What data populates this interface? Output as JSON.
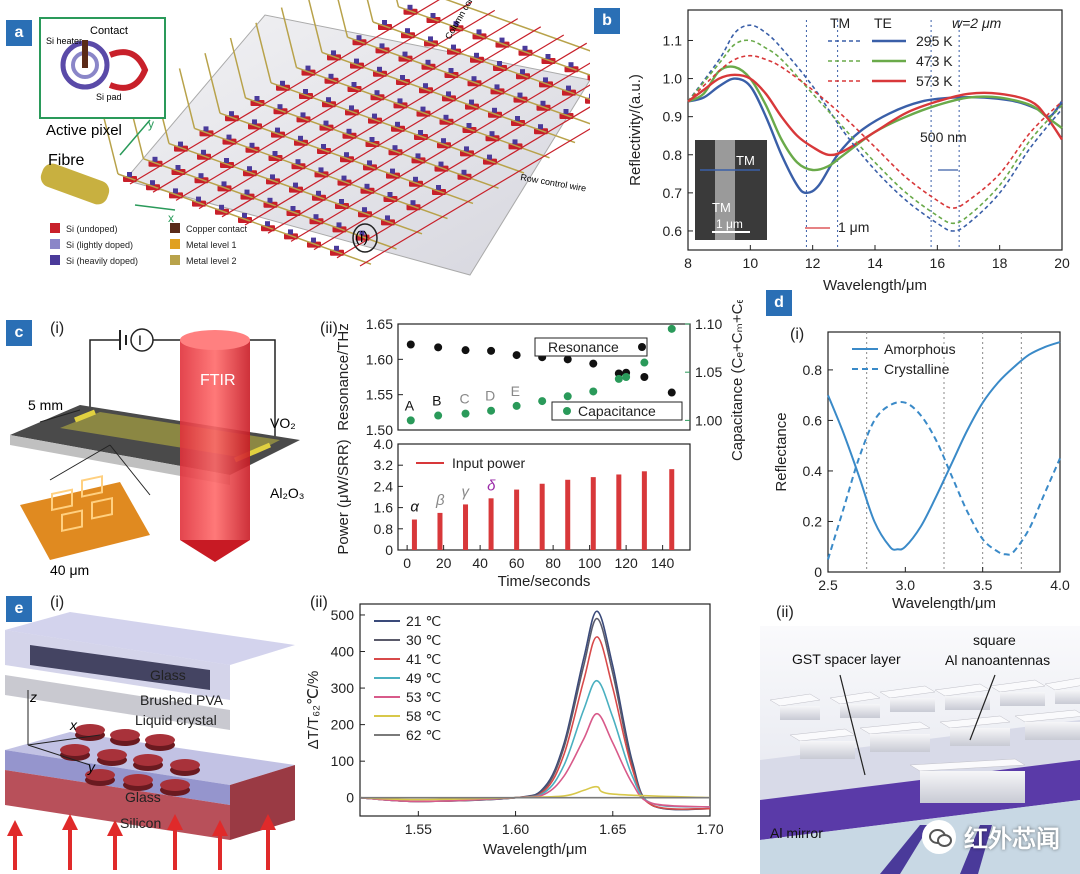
{
  "panels": {
    "a": {
      "tag": "a",
      "inset_title": "Active pixel",
      "inset_labels": {
        "contact": "Contact",
        "si_heater": "Si heater",
        "si_pad": "Si pad"
      },
      "fibre": "Fibre",
      "column_wire": "Column control wire",
      "row_wire": "Row control wire",
      "axis_x": "x",
      "axis_y": "y",
      "marker": "(i)",
      "legend": [
        {
          "label": "Si (undoped)",
          "color": "#c8202a"
        },
        {
          "label": "Si (lightly doped)",
          "color": "#8a86c8"
        },
        {
          "label": "Si (heavily doped)",
          "color": "#4a3a9a"
        },
        {
          "label": "Copper contact",
          "color": "#5a2a18"
        },
        {
          "label": "Metal level 1",
          "color": "#e0a020"
        },
        {
          "label": "Metal level 2",
          "color": "#b8a24a"
        }
      ]
    },
    "b": {
      "tag": "b",
      "header_tm": "TM",
      "header_te": "TE",
      "header_w": "w=2 μm",
      "temps": [
        "295 K",
        "473 K",
        "573 K"
      ],
      "colors": [
        "#3a5fa8",
        "#6aaa4a",
        "#d8383a"
      ],
      "scale_500": "500 nm",
      "scale_1": "1 μm",
      "sem_labels": {
        "tm_top": "TM",
        "tm_bottom": "TM",
        "scale": "1 μm"
      }
    },
    "c": {
      "tag": "c",
      "sub_i": "(i)",
      "sub_ii": "(ii)",
      "labels": {
        "ftir": "FTIR",
        "mm5": "5 mm",
        "vo2": "VO₂",
        "al2o3": "Al₂O₃",
        "um40": "40 μm",
        "meter": "I"
      },
      "top_legend": {
        "resonance": "Resonance",
        "capacitance": "Capacitance"
      },
      "letters": [
        "A",
        "B",
        "C",
        "D",
        "E"
      ],
      "bottom_legend": "Input power",
      "greek": [
        "α",
        "β",
        "γ",
        "δ"
      ]
    },
    "d": {
      "tag": "d",
      "sub_i": "(i)",
      "sub_ii": "(ii)",
      "legend": [
        "Amorphous",
        "Crystalline"
      ],
      "labels": {
        "gst": "GST spacer layer",
        "square": "square",
        "al_nano": "Al nanoantennas",
        "mirror": "Al mirror"
      }
    },
    "e": {
      "tag": "e",
      "sub_i": "(i)",
      "sub_ii": "(ii)",
      "layers": {
        "glass_top": "Glass",
        "pva": "Brushed PVA",
        "lc": "Liquid crystal",
        "glass_bottom": "Glass",
        "silicon": "Silicon"
      },
      "axes": {
        "z": "z",
        "x": "x",
        "y": "y"
      },
      "temps": [
        "21 ℃",
        "30 ℃",
        "41 ℃",
        "49 ℃",
        "53 ℃",
        "58 ℃",
        "62 ℃"
      ],
      "colors": [
        "#3a4a7a",
        "#5a5a6a",
        "#d84a4a",
        "#4ab0c0",
        "#d85a8a",
        "#d8c84a",
        "#7a7a7a"
      ]
    }
  },
  "watermark": "红外芯闻",
  "chart_data": [
    {
      "id": "b",
      "type": "line",
      "xlabel": "Wavelength/μm",
      "ylabel": "Reflectivity/(a.u.)",
      "xlim": [
        8,
        20
      ],
      "ylim": [
        0.55,
        1.18
      ],
      "xticks": [
        8,
        10,
        12,
        14,
        16,
        18,
        20
      ],
      "yticks": [
        0.6,
        0.7,
        0.8,
        0.9,
        1.0,
        1.1
      ],
      "series": [
        {
          "name": "295 K",
          "mode": "TE",
          "style": "solid",
          "color": "#3a5fa8",
          "x": [
            8,
            8.5,
            9,
            9.5,
            10,
            10.5,
            11,
            11.5,
            11.8,
            12.2,
            12.8,
            13.5,
            14.5,
            15.5,
            16.5,
            17.5,
            18.5,
            19.2,
            19.6,
            20
          ],
          "y": [
            0.94,
            0.95,
            0.98,
            1.0,
            0.98,
            0.9,
            0.8,
            0.72,
            0.7,
            0.72,
            0.8,
            0.86,
            0.91,
            0.94,
            0.95,
            0.95,
            0.94,
            0.92,
            0.9,
            0.94
          ]
        },
        {
          "name": "473 K",
          "mode": "TE",
          "style": "solid",
          "color": "#6aaa4a",
          "x": [
            8,
            8.5,
            9,
            9.5,
            10,
            10.5,
            11,
            11.5,
            12,
            12.5,
            13,
            14,
            15,
            16,
            17,
            18,
            19,
            19.5,
            20
          ],
          "y": [
            0.94,
            0.96,
            1.02,
            1.03,
            1.0,
            0.93,
            0.84,
            0.78,
            0.76,
            0.77,
            0.8,
            0.86,
            0.9,
            0.93,
            0.95,
            0.95,
            0.93,
            0.9,
            0.87
          ]
        },
        {
          "name": "573 K",
          "mode": "TE",
          "style": "solid",
          "color": "#d8383a",
          "x": [
            8,
            8.5,
            9,
            9.5,
            10,
            10.5,
            11,
            11.5,
            12,
            12.5,
            13,
            14,
            15,
            16,
            17,
            18,
            19,
            19.5,
            20
          ],
          "y": [
            0.94,
            0.97,
            1.0,
            1.01,
            1.0,
            0.96,
            0.9,
            0.85,
            0.82,
            0.8,
            0.81,
            0.86,
            0.91,
            0.94,
            0.96,
            0.96,
            0.94,
            0.9,
            0.84
          ]
        },
        {
          "name": "295 K",
          "mode": "TM",
          "style": "dashed",
          "color": "#3a5fa8",
          "x": [
            8,
            9,
            9.5,
            10,
            10.5,
            11,
            12,
            13,
            14,
            15,
            16,
            16.5,
            17,
            18,
            19,
            20
          ],
          "y": [
            0.94,
            1.05,
            1.12,
            1.14,
            1.12,
            1.08,
            0.98,
            0.86,
            0.76,
            0.68,
            0.62,
            0.6,
            0.62,
            0.7,
            0.82,
            0.92
          ]
        },
        {
          "name": "473 K",
          "mode": "TM",
          "style": "dashed",
          "color": "#6aaa4a",
          "x": [
            8,
            9,
            9.5,
            10,
            10.5,
            11,
            12,
            13,
            14,
            15,
            16,
            16.5,
            17,
            18,
            19,
            20
          ],
          "y": [
            0.94,
            1.04,
            1.09,
            1.1,
            1.08,
            1.05,
            0.96,
            0.87,
            0.78,
            0.7,
            0.64,
            0.62,
            0.64,
            0.72,
            0.84,
            0.93
          ]
        },
        {
          "name": "573 K",
          "mode": "TM",
          "style": "dashed",
          "color": "#d8383a",
          "x": [
            8,
            9,
            9.5,
            10,
            10.5,
            11,
            12,
            13,
            14,
            15,
            16,
            16.5,
            17,
            18,
            19,
            20
          ],
          "y": [
            0.94,
            1.02,
            1.05,
            1.06,
            1.05,
            1.03,
            0.97,
            0.9,
            0.82,
            0.74,
            0.68,
            0.66,
            0.68,
            0.75,
            0.86,
            0.94
          ]
        }
      ]
    },
    {
      "id": "c-top",
      "type": "scatter",
      "xlabel": "",
      "ylabel": "Resonance/THz",
      "ylabel_right": "Capacitance (Cₑ+Cₘ+Cₑ)",
      "xlim": [
        -5,
        155
      ],
      "ylim": [
        1.5,
        1.65
      ],
      "ylim_right": [
        0.99,
        1.1
      ],
      "yticks": [
        1.5,
        1.55,
        1.6,
        1.65
      ],
      "yticks_right": [
        1.0,
        1.05,
        1.1
      ],
      "series": [
        {
          "name": "Resonance",
          "axis": "left",
          "color": "#111111",
          "x": [
            2,
            17,
            32,
            46,
            60,
            74,
            88,
            102,
            116,
            120,
            130,
            145
          ],
          "y": [
            1.621,
            1.617,
            1.613,
            1.612,
            1.606,
            1.603,
            1.6,
            1.594,
            1.58,
            1.581,
            1.575,
            1.553
          ]
        },
        {
          "name": "Capacitance",
          "axis": "right",
          "color": "#2a9a5a",
          "x": [
            2,
            17,
            32,
            46,
            60,
            74,
            88,
            102,
            116,
            120,
            130,
            145
          ],
          "y": [
            1.0,
            1.005,
            1.007,
            1.01,
            1.015,
            1.02,
            1.025,
            1.03,
            1.043,
            1.045,
            1.06,
            1.095
          ]
        }
      ]
    },
    {
      "id": "c-bottom",
      "type": "bar",
      "xlabel": "Time/seconds",
      "ylabel": "Power (μW/SRR)",
      "xlim": [
        -5,
        155
      ],
      "ylim": [
        0,
        4.0
      ],
      "xticks": [
        0,
        20,
        40,
        60,
        80,
        100,
        120,
        140
      ],
      "yticks": [
        0,
        0.8,
        1.6,
        2.4,
        3.2,
        4.0
      ],
      "series": [
        {
          "name": "Input power",
          "color": "#d8383a",
          "x": [
            4,
            18,
            32,
            46,
            60,
            74,
            88,
            102,
            116,
            130,
            145
          ],
          "values": [
            1.15,
            1.4,
            1.72,
            1.95,
            2.28,
            2.5,
            2.65,
            2.75,
            2.85,
            2.97,
            3.05
          ]
        }
      ]
    },
    {
      "id": "d",
      "type": "line",
      "xlabel": "Wavelength/μm",
      "ylabel": "Reflectance",
      "xlim": [
        2.5,
        4.0
      ],
      "ylim": [
        0,
        0.95
      ],
      "xticks": [
        2.5,
        3.0,
        3.5,
        4.0
      ],
      "yticks": [
        0,
        0.2,
        0.4,
        0.6,
        0.8
      ],
      "series": [
        {
          "name": "Amorphous",
          "style": "solid",
          "color": "#3a8ac8",
          "x": [
            2.5,
            2.6,
            2.7,
            2.8,
            2.9,
            2.95,
            3.0,
            3.1,
            3.2,
            3.3,
            3.4,
            3.5,
            3.6,
            3.7,
            3.8,
            3.9,
            4.0
          ],
          "y": [
            0.7,
            0.55,
            0.38,
            0.2,
            0.1,
            0.09,
            0.1,
            0.18,
            0.3,
            0.43,
            0.56,
            0.67,
            0.75,
            0.81,
            0.86,
            0.89,
            0.91
          ]
        },
        {
          "name": "Crystalline",
          "style": "dashed",
          "color": "#3a8ac8",
          "x": [
            2.5,
            2.6,
            2.7,
            2.8,
            2.9,
            3.0,
            3.1,
            3.2,
            3.3,
            3.4,
            3.5,
            3.6,
            3.65,
            3.7,
            3.8,
            3.9,
            4.0
          ],
          "y": [
            0.05,
            0.25,
            0.45,
            0.6,
            0.66,
            0.67,
            0.62,
            0.52,
            0.38,
            0.24,
            0.13,
            0.08,
            0.07,
            0.08,
            0.17,
            0.31,
            0.45
          ]
        }
      ]
    },
    {
      "id": "e",
      "type": "line",
      "xlabel": "Wavelength/μm",
      "ylabel": "ΔT/T₆₂℃/%",
      "xlim": [
        1.52,
        1.7
      ],
      "ylim": [
        -50,
        530
      ],
      "xticks": [
        1.55,
        1.6,
        1.65,
        1.7
      ],
      "yticks": [
        0,
        100,
        200,
        300,
        400,
        500
      ],
      "series": [
        {
          "name": "21 ℃",
          "color": "#3a4a7a",
          "x": [
            1.52,
            1.55,
            1.6,
            1.615,
            1.625,
            1.635,
            1.642,
            1.65,
            1.66,
            1.67,
            1.7
          ],
          "y": [
            0,
            -10,
            0,
            30,
            150,
            380,
            510,
            360,
            100,
            -20,
            -30
          ]
        },
        {
          "name": "30 ℃",
          "color": "#5a5a6a",
          "x": [
            1.52,
            1.55,
            1.6,
            1.615,
            1.625,
            1.635,
            1.642,
            1.65,
            1.66,
            1.67,
            1.7
          ],
          "y": [
            0,
            -10,
            0,
            25,
            140,
            360,
            490,
            340,
            90,
            -20,
            -30
          ]
        },
        {
          "name": "41 ℃",
          "color": "#d84a4a",
          "x": [
            1.52,
            1.55,
            1.6,
            1.615,
            1.625,
            1.635,
            1.642,
            1.65,
            1.66,
            1.67,
            1.7
          ],
          "y": [
            0,
            -10,
            0,
            20,
            120,
            320,
            440,
            300,
            80,
            -20,
            -30
          ]
        },
        {
          "name": "49 ℃",
          "color": "#4ab0c0",
          "x": [
            1.52,
            1.55,
            1.6,
            1.615,
            1.625,
            1.635,
            1.642,
            1.65,
            1.66,
            1.67,
            1.7
          ],
          "y": [
            0,
            -10,
            0,
            15,
            90,
            240,
            320,
            220,
            60,
            -15,
            -25
          ]
        },
        {
          "name": "53 ℃",
          "color": "#d85a8a",
          "x": [
            1.52,
            1.55,
            1.6,
            1.615,
            1.625,
            1.635,
            1.642,
            1.65,
            1.66,
            1.67,
            1.7
          ],
          "y": [
            0,
            -10,
            0,
            10,
            60,
            160,
            230,
            150,
            40,
            -15,
            -25
          ]
        },
        {
          "name": "58 ℃",
          "color": "#d8c84a",
          "x": [
            1.52,
            1.55,
            1.6,
            1.625,
            1.635,
            1.642,
            1.65,
            1.7
          ],
          "y": [
            0,
            -5,
            0,
            5,
            20,
            30,
            10,
            0
          ]
        },
        {
          "name": "62 ℃",
          "color": "#7a7a7a",
          "x": [
            1.52,
            1.7
          ],
          "y": [
            0,
            0
          ]
        }
      ]
    }
  ]
}
